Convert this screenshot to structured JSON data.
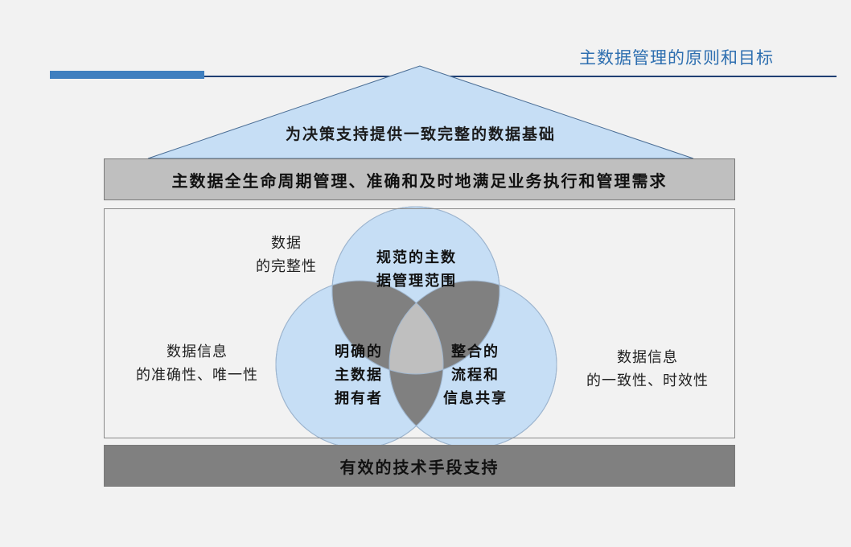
{
  "header": {
    "title": "主数据管理的原则和目标"
  },
  "roof": {
    "text": "为决策支持提供一致完整的数据基础"
  },
  "top_band": {
    "text": "主数据全生命周期管理、准确和及时地满足业务执行和管理需求"
  },
  "circles": {
    "top": {
      "line1": "规范的主数",
      "line2": "据管理范围"
    },
    "left": {
      "line1": "明确的",
      "line2": "主数据",
      "line3": "拥有者"
    },
    "right": {
      "line1": "整合的",
      "line2": "流程和",
      "line3": "信息共享"
    }
  },
  "side_labels": {
    "top_left": {
      "line1": "数据",
      "line2": "的完整性"
    },
    "left": {
      "line1": "数据信息",
      "line2": "的准确性、唯一性"
    },
    "right": {
      "line1": "数据信息",
      "line2": "的一致性、时效性"
    }
  },
  "bottom_band": {
    "text": "有效的技术手段支持"
  },
  "colors": {
    "title": "#2e6fb0",
    "roof_fill": "#c6def5",
    "circle_fill": "#c6def5",
    "overlap_pair": "#808080",
    "overlap_center": "#bfbfbf",
    "top_band": "#bfbfbf",
    "bottom_band": "#808080"
  }
}
